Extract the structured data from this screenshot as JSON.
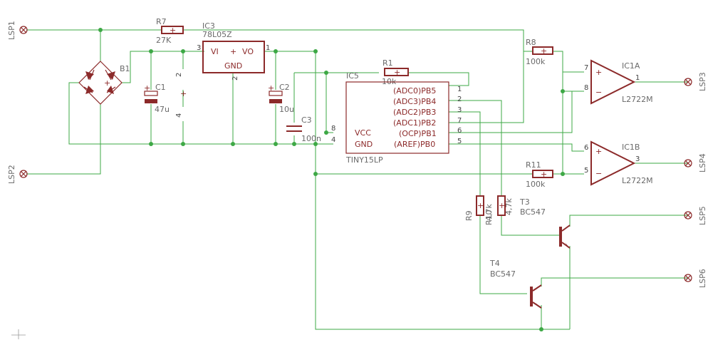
{
  "connectors": {
    "lsp1": "LSP1",
    "lsp2": "LSP2",
    "lsp3": "LSP3",
    "lsp4": "LSP4",
    "lsp5": "LSP5",
    "lsp6": "LSP6"
  },
  "resistors": {
    "r7": {
      "name": "R7",
      "value": "27K"
    },
    "r1": {
      "name": "R1",
      "value": "10k"
    },
    "r8": {
      "name": "R8",
      "value": "100k"
    },
    "r11": {
      "name": "R11",
      "value": "100k"
    },
    "r9": {
      "name": "R9",
      "value": "4,7k"
    },
    "r10": {
      "name": "R10",
      "value": "4,7k"
    }
  },
  "capacitors": {
    "c1": {
      "name": "C1",
      "value": "47u"
    },
    "c2": {
      "name": "C2",
      "value": "10u"
    },
    "c3": {
      "name": "C3",
      "value": "100n"
    }
  },
  "bridge": {
    "name": "B1"
  },
  "regulator": {
    "name": "IC3",
    "value": "78L05Z",
    "vi": "VI",
    "vo": "VO",
    "gnd": "GND",
    "pin_in": "3",
    "pin_out": "1",
    "pin_gnd": "2",
    "extra_pin_2": "2",
    "extra_pin_4": "4"
  },
  "mcu": {
    "name": "IC5",
    "value": "TINY15LP",
    "vcc": "VCC",
    "gnd": "GND",
    "pin_vcc": "8",
    "pin_gnd": "4",
    "pins": [
      {
        "label": "(ADC0)PB5",
        "num": "1"
      },
      {
        "label": "(ADC3)PB4",
        "num": "2"
      },
      {
        "label": "(ADC2)PB3",
        "num": "3"
      },
      {
        "label": "(ADC1)PB2",
        "num": "7"
      },
      {
        "label": "(OCP)PB1",
        "num": "6"
      },
      {
        "label": "(AREF)PB0",
        "num": "5"
      }
    ]
  },
  "opamps": {
    "ic1a": {
      "name": "IC1A",
      "value": "L2722M",
      "pin_plus": "7",
      "pin_minus": "8",
      "pin_out": "1"
    },
    "ic1b": {
      "name": "IC1B",
      "value": "L2722M",
      "pin_plus": "6",
      "pin_minus": "5",
      "pin_out": "3"
    }
  },
  "transistors": {
    "t3": {
      "name": "T3",
      "value": "BC547"
    },
    "t4": {
      "name": "T4",
      "value": "BC547"
    }
  },
  "colors": {
    "wire": "#3da845",
    "part": "#8c2a2a",
    "label": "#6a6a6a",
    "background": "#ffffff"
  }
}
